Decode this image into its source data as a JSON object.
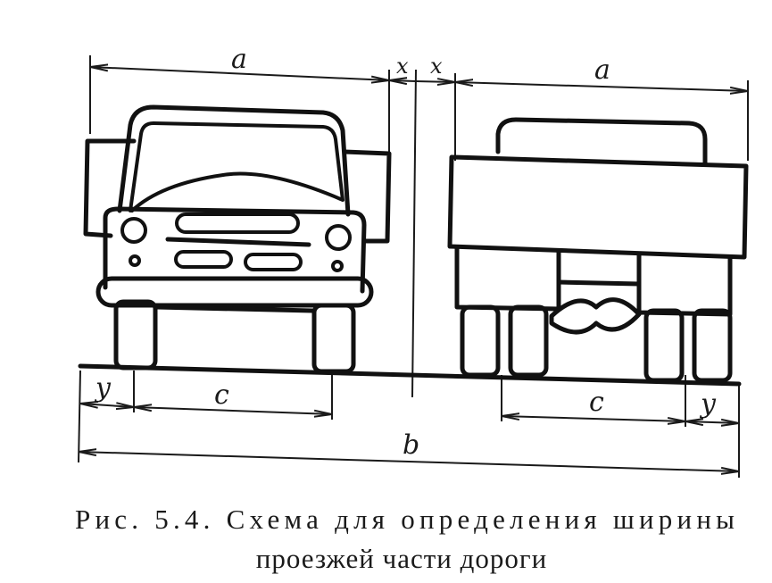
{
  "labels": {
    "a_left": "a",
    "a_right": "a",
    "x_left": "x",
    "x_right": "x",
    "y_left": "y",
    "y_right": "y",
    "c_left": "c",
    "c_right": "c",
    "b": "b"
  },
  "caption": {
    "line1": "Рис.   5.4.   Схема  для  определения  ширины",
    "line2": "проезжей части дороги"
  }
}
